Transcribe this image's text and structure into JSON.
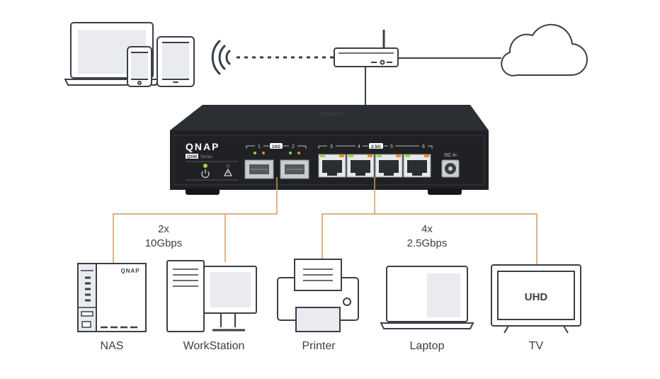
{
  "switch": {
    "brand": "QNAP",
    "model_badge": "QSW",
    "series_text": "Series",
    "sfp_group_label": "10G",
    "rj45_group_label": "2.5G",
    "port_numbers": [
      "1",
      "2",
      "3",
      "4",
      "5",
      "6"
    ],
    "dc_label": "DC in"
  },
  "links": {
    "sfp": {
      "count": "2x",
      "speed": "10Gbps"
    },
    "rj45": {
      "count": "4x",
      "speed": "2.5Gbps"
    }
  },
  "devices": [
    {
      "id": "nas",
      "label": "NAS"
    },
    {
      "id": "workstation",
      "label": "WorkStation"
    },
    {
      "id": "printer",
      "label": "Printer"
    },
    {
      "id": "laptop",
      "label": "Laptop"
    },
    {
      "id": "tv",
      "label": "TV",
      "screen_text": "UHD"
    }
  ],
  "nas_brand": "QNAP",
  "colors": {
    "line_copper": "#d49a5a",
    "outline": "#3a3f47",
    "switch_body": "#1f2124",
    "led_green": "#9cd14f",
    "led_orange": "#f08a2c",
    "screen_fill": "#e9ebef"
  }
}
